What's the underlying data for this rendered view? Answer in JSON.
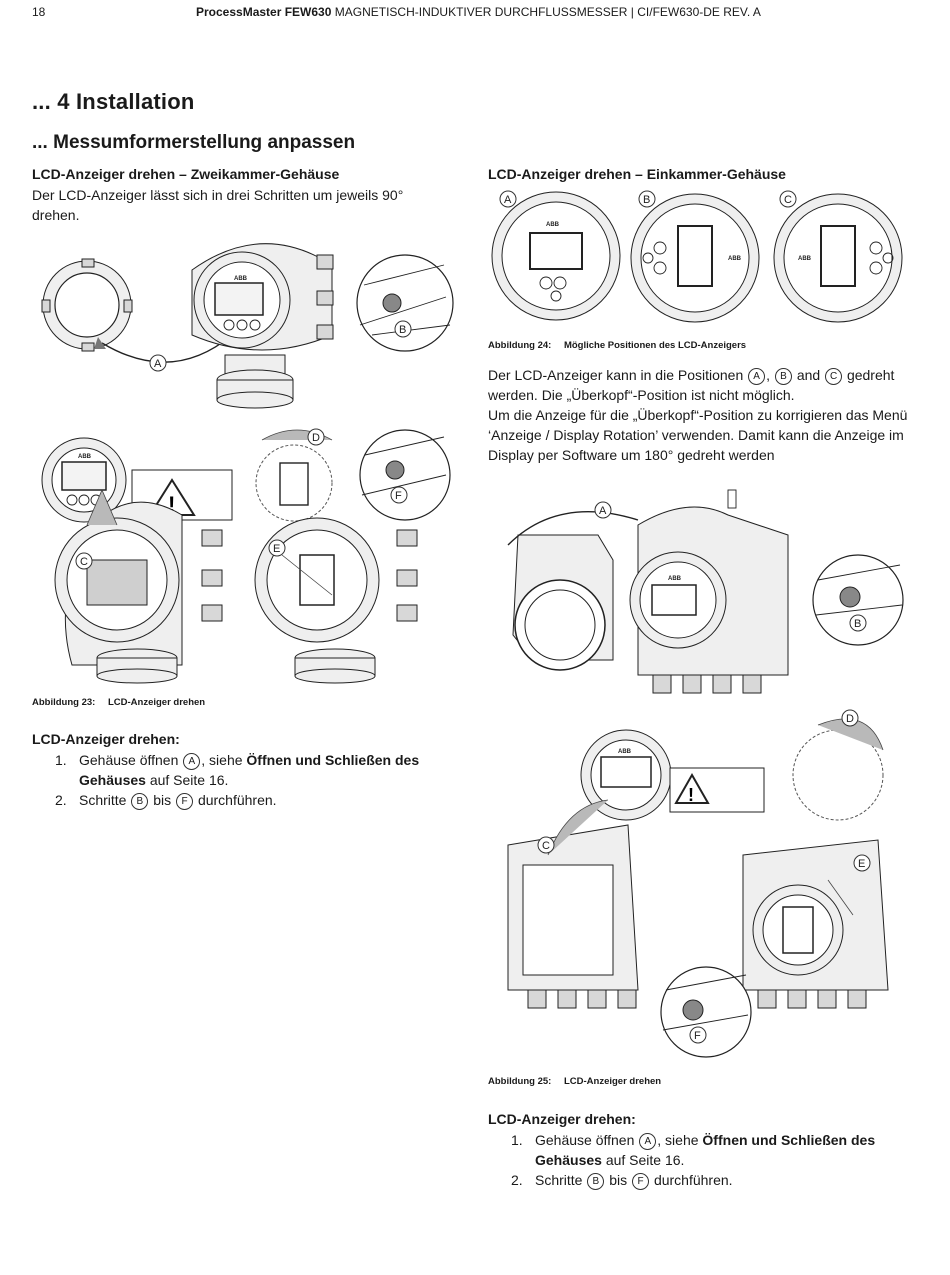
{
  "header": {
    "page_number": "18",
    "product": "ProcessMaster FEW630",
    "title_rest": "MAGNETISCH-INDUKTIVER DURCHFLUSSMESSER | CI/FEW630-DE REV. A"
  },
  "chapter": "... 4 Installation",
  "section": "... Messumformerstellung anpassen",
  "left": {
    "heading": "LCD-Anzeiger drehen – Zweikammer-Gehäuse",
    "intro": "Der LCD-Anzeiger lässt sich in drei Schritten um jeweils 90° drehen.",
    "figure_caption_num": "Abbildung 23:",
    "figure_caption_text": "LCD-Anzeiger drehen",
    "steps_heading": "LCD-Anzeiger drehen:",
    "step1": {
      "num": "1.",
      "pre": "Gehäuse öffnen",
      "mark": "A",
      "mid": ", siehe",
      "bold": "Öffnen und Schließen des Gehäuses",
      "post": "auf Seite 16."
    },
    "step2": {
      "num": "2.",
      "pre": "Schritte",
      "mark1": "B",
      "mid": "bis",
      "mark2": "F",
      "post": "durchführen."
    }
  },
  "right": {
    "heading": "LCD-Anzeiger drehen – Einkammer-Gehäuse",
    "fig24_caption_num": "Abbildung 24:",
    "fig24_caption_text": "Mögliche Positionen des LCD-Anzeigers",
    "para_a": "Der LCD-Anzeiger kann in die Positionen",
    "para_m1": "A",
    "para_sep1": ",",
    "para_m2": "B",
    "para_and": "and",
    "para_m3": "C",
    "para_b": "gedreht werden. Die „Überkopf“-Position ist nicht möglich.",
    "para2": "Um die Anzeige für die „Überkopf“-Position zu korrigieren das Menü ‘Anzeige / Display Rotation’ verwenden. Damit kann die Anzeige im Display per Software um 180° gedreht werden",
    "fig25_caption_num": "Abbildung 25:",
    "fig25_caption_text": "LCD-Anzeiger drehen",
    "steps_heading": "LCD-Anzeiger drehen:",
    "step1": {
      "num": "1.",
      "pre": "Gehäuse öffnen",
      "mark": "A",
      "mid": ", siehe",
      "bold": "Öffnen und Schließen des Gehäuses",
      "post": "auf Seite 16."
    },
    "step2": {
      "num": "2.",
      "pre": "Schritte",
      "mark1": "B",
      "mid": "bis",
      "mark2": "F",
      "post": "durchführen."
    }
  },
  "callouts": {
    "a": "A",
    "b": "B",
    "c": "C",
    "d": "D",
    "e": "E",
    "f": "F"
  },
  "brand": "ABB"
}
